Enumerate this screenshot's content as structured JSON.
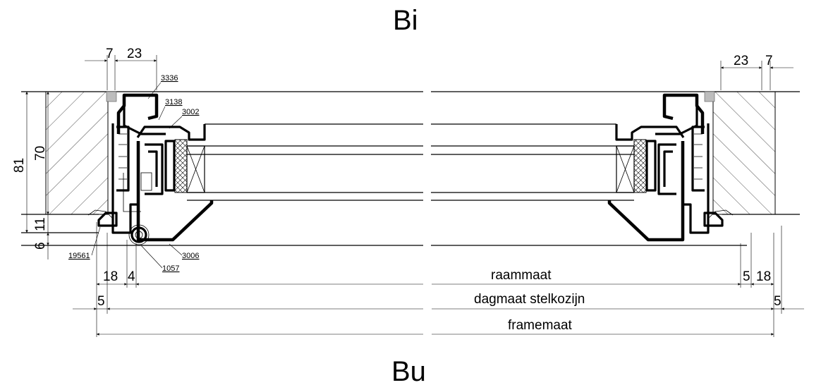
{
  "labels": {
    "inside": "Bi",
    "outside": "Bu"
  },
  "dimensions": {
    "top_left_a": "7",
    "top_left_b": "23",
    "top_right_a": "23",
    "top_right_b": "7",
    "height_total": "81",
    "height_wood": "70",
    "height_sill": "11",
    "height_base": "6",
    "bottom_left_a": "18",
    "bottom_left_b": "4",
    "bottom_right_a": "5",
    "bottom_right_b": "18",
    "left_offset": "5",
    "right_offset": "5"
  },
  "measures": {
    "raammaat": "raammaat",
    "dagmaat": "dagmaat stelkozijn",
    "framemaat": "framemaat"
  },
  "part_numbers": {
    "p3336": "3336",
    "p3138": "3138",
    "p3002": "3002",
    "p3006": "3006",
    "p1057": "1057",
    "p19561": "19561"
  }
}
